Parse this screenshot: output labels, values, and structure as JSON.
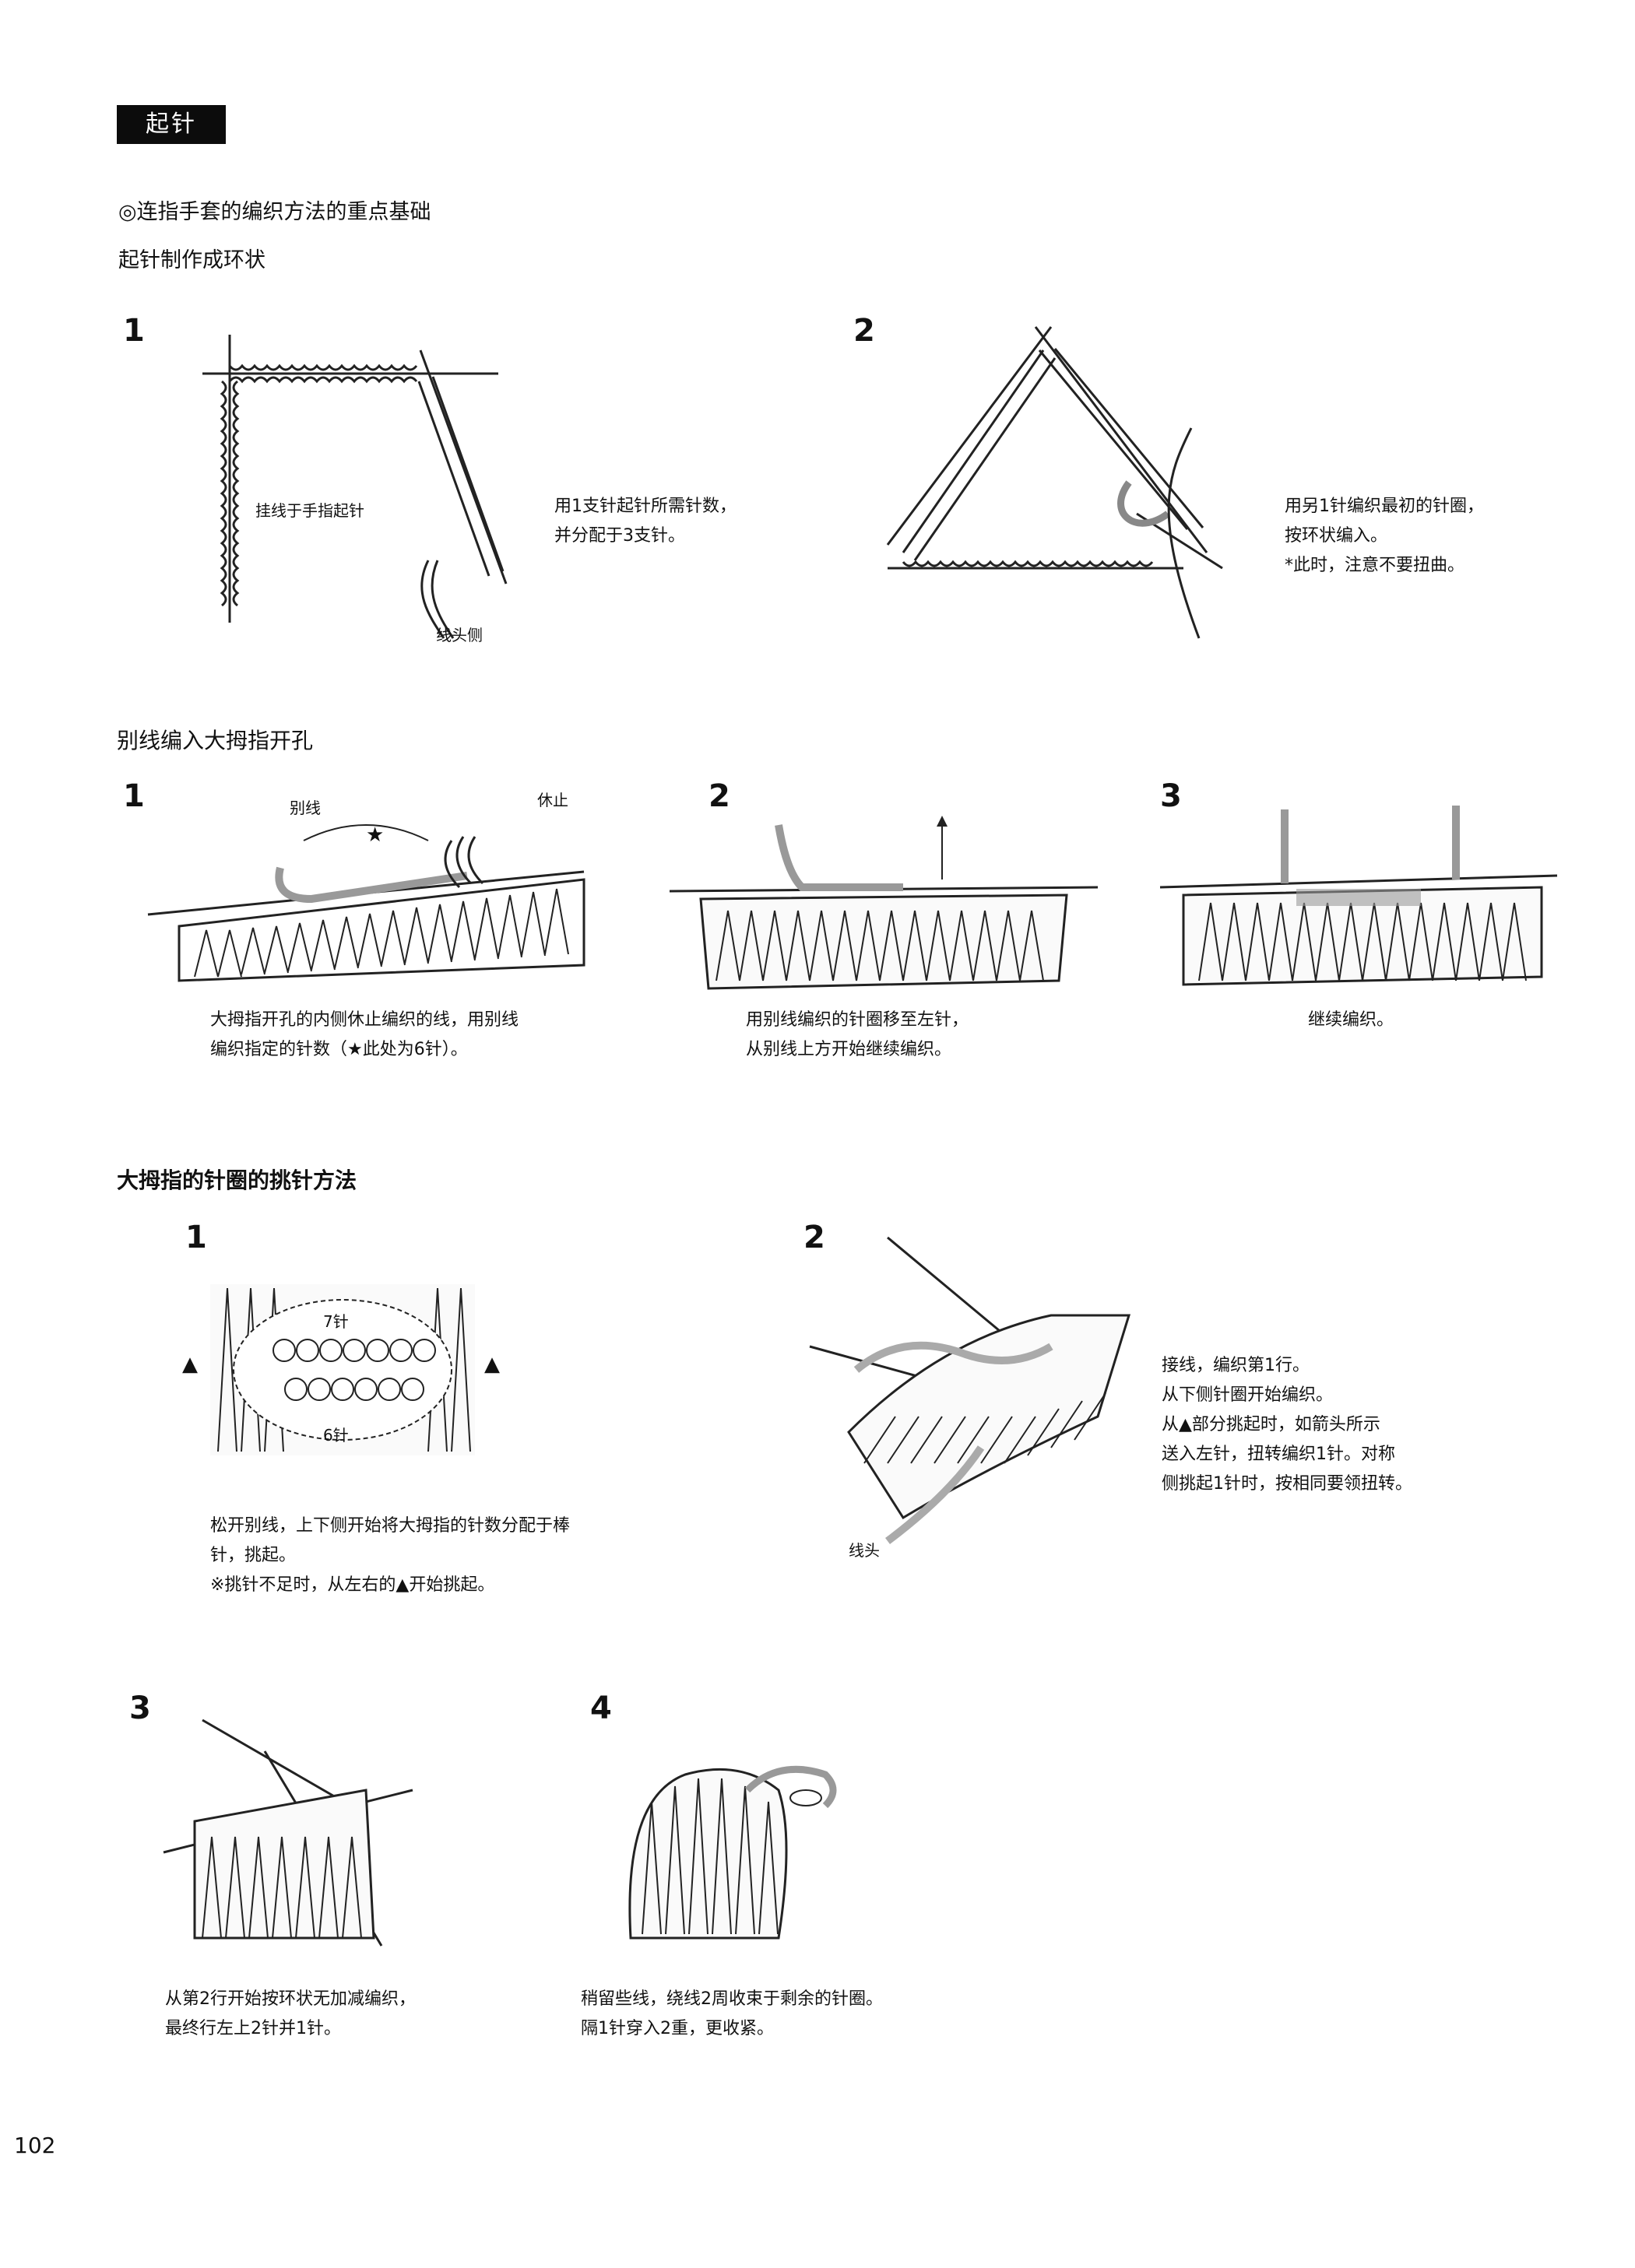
{
  "header": {
    "label": "起针"
  },
  "intro": {
    "line1": "◎连指手套的编织方法的重点基础",
    "line2": "起针制作成环状"
  },
  "section1": {
    "step1": {
      "num": "1",
      "label_finger": "挂线于手指起针",
      "label_tail": "线头侧",
      "caption": [
        "用1支针起针所需针数，",
        "并分配于3支针。"
      ]
    },
    "step2": {
      "num": "2",
      "caption": [
        "用另1针编织最初的针圈，",
        "按环状编入。",
        "*此时，注意不要扭曲。"
      ]
    }
  },
  "section2": {
    "title": "别线编入大拇指开孔",
    "step1": {
      "num": "1",
      "label_waste": "别线",
      "label_rest": "休止",
      "star": "★",
      "caption": [
        "大拇指开孔的内侧休止编织的线，用别线",
        "编织指定的针数（★此处为6针）。"
      ]
    },
    "step2": {
      "num": "2",
      "caption": [
        "用别线编织的针圈移至左针，",
        "从别线上方开始继续编织。"
      ]
    },
    "step3": {
      "num": "3",
      "caption": [
        "继续编织。"
      ]
    }
  },
  "section3": {
    "title": "大拇指的针圈的挑针方法",
    "step1": {
      "num": "1",
      "label_top": "7针",
      "label_bottom": "6针",
      "triangle": "▲",
      "caption": [
        "松开别线，上下侧开始将大拇指的针数分配于棒",
        "针，挑起。",
        "※挑针不足时，从左右的▲开始挑起。"
      ]
    },
    "step2": {
      "num": "2",
      "label_tail": "线头",
      "caption": [
        "接线，编织第1行。",
        "从下侧针圈开始编织。",
        "从▲部分挑起时，如箭头所示",
        "送入左针，扭转编织1针。对称",
        "侧挑起1针时，按相同要领扭转。"
      ]
    },
    "step3": {
      "num": "3",
      "caption": [
        "从第2行开始按环状无加减编织，",
        "最终行左上2针并1针。"
      ]
    },
    "step4": {
      "num": "4",
      "caption": [
        "稍留些线，绕线2周收束于剩余的针圈。",
        "隔1针穿入2重，更收紧。"
      ]
    }
  },
  "page_number": "102"
}
